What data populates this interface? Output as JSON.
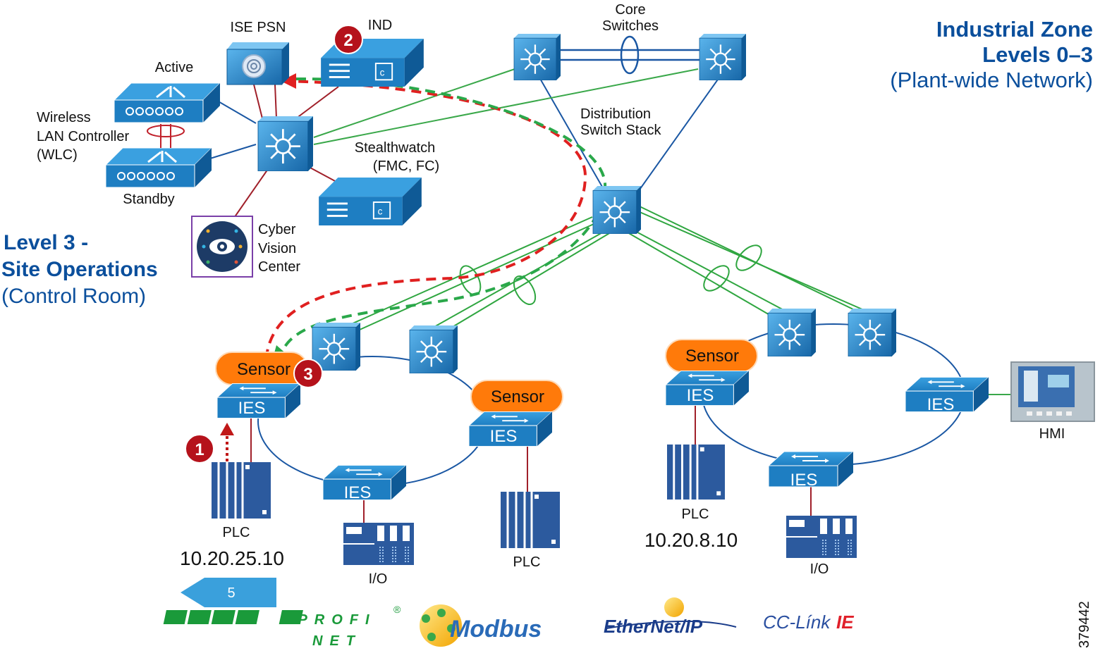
{
  "zone": {
    "title1": "Industrial Zone",
    "title2": "Levels 0–3",
    "subtitle": "(Plant-wide Network)"
  },
  "level3": {
    "title1": "Level 3 -",
    "title2": "Site Operations",
    "subtitle": "(Control Room)"
  },
  "labels": {
    "ise_psn": "ISE PSN",
    "ind": "IND",
    "core1": "Core",
    "core2": "Switches",
    "active": "Active",
    "wlc1": "Wireless",
    "wlc2": "LAN Controller",
    "wlc3": "(WLC)",
    "standby": "Standby",
    "stealth1": "Stealthwatch",
    "stealth2": "(FMC, FC)",
    "dist1": "Distribution",
    "dist2": "Switch Stack",
    "cyber1": "Cyber",
    "cyber2": "Vision",
    "cyber3": "Center",
    "sensor": "Sensor",
    "ies": "IES",
    "plc": "PLC",
    "io": "I/O",
    "hmi": "HMI",
    "ip_left": "10.20.25.10",
    "ip_right": "10.20.8.10",
    "figure_id": "379442"
  },
  "steps": {
    "s1": "1",
    "s2": "2",
    "s3": "3"
  },
  "nav": {
    "back_label": "5"
  },
  "logos": {
    "profinet_top": "PROFI",
    "profinet_bottom": "NET",
    "modbus": "Modbus",
    "ethernetip": "EtherNet/IP",
    "cclink_a": "CC-Línk",
    "cclink_b": "IE"
  },
  "colors": {
    "switch_blue": "#1f7fc4",
    "label_blue": "#0b4f9c",
    "sensor_orange": "#ff7a0a",
    "step_red": "#b5121b",
    "green_link": "#22a83a",
    "red_flow": "#e02020",
    "green_flow": "#2aa84a"
  }
}
